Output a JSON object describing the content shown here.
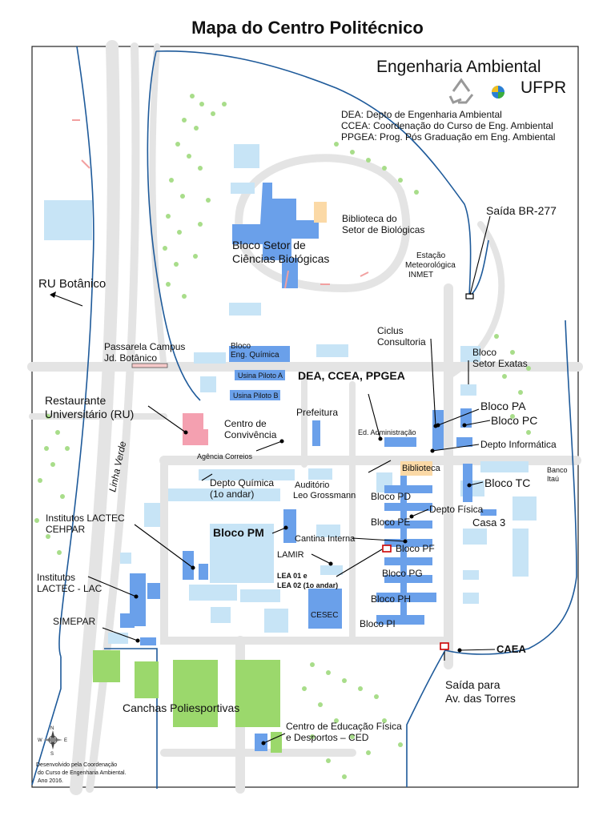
{
  "title": "Mapa do Centro Politécnico",
  "brand": {
    "line1": "Engenharia Ambiental",
    "line2": "UFPR",
    "color": "#1f5fbf"
  },
  "legend": [
    "DEA: Depto de Engenharia Ambiental",
    "CCEA: Coordenação do Curso de Eng. Ambiental",
    "PPGEA: Prog. Pós Graduação em Eng. Ambiental"
  ],
  "credits": [
    "Desenvolvido pela Coordenação",
    "do Curso de Engenharia Ambiental.",
    "Ano 2016."
  ],
  "colors": {
    "building": "#6aa0ea",
    "building_light": "#c7e4f6",
    "field": "#9bd86c",
    "road": "#e6e6e6",
    "outline": "#1e5a9a",
    "water_label": "#1e5aa6"
  },
  "labels": {
    "bio_lib": [
      "Biblioteca do",
      "Setor de Biológicas"
    ],
    "bio_block": [
      "Bloco Setor de",
      "Ciências Biológicas"
    ],
    "saida_br": "Saída BR-277",
    "estacao": [
      "Estação",
      "Meteorológica",
      "INMET"
    ],
    "ru_botanico": "RU Botânico",
    "passarela": [
      "Passarela Campus",
      "Jd. Botânico"
    ],
    "bloco_eq": [
      "Bloco",
      "Eng. Química"
    ],
    "usina_a": "Usina Piloto A",
    "usina_b": "Usina Piloto B",
    "dea": "DEA, CCEA, PPGEA",
    "ciclus": [
      "Ciclus",
      "Consultoria"
    ],
    "setor_exatas": [
      "Bloco",
      "Setor Exatas"
    ],
    "ru": [
      "Restaurante",
      "Universitário (RU)"
    ],
    "prefeitura": "Prefeitura",
    "bloco_pa": "Bloco PA",
    "bloco_pc": "Bloco PC",
    "convivencia": [
      "Centro de",
      "Convivência"
    ],
    "ed_adm": "Ed. Administração",
    "depto_info": "Depto Informática",
    "agencia": "Agência Correios",
    "linha_verde": "Linha Verde",
    "biblioteca": "Biblioteca",
    "banco": [
      "Banco",
      "Itaú"
    ],
    "depto_quimica": [
      "Depto Química",
      "(1o andar)"
    ],
    "auditorio": [
      "Auditório",
      "Leo Grossmann"
    ],
    "bloco_tc": "Bloco TC",
    "bloco_pd": "Bloco PD",
    "depto_fisica": "Depto Física",
    "lactec_cehpar": [
      "Institutos LACTEC",
      "CEHPAR"
    ],
    "bloco_pe": "Bloco PE",
    "casa3": "Casa 3",
    "bloco_pm": "Bloco PM",
    "cantina": "Cantina Interna",
    "bloco_pf": "Bloco PF",
    "lamir": "LAMIR",
    "lactec_lac": [
      "Institutos",
      "LACTEC - LAC"
    ],
    "lea": [
      "LEA 01 e",
      "LEA 02 (1o andar)"
    ],
    "bloco_pg": "Bloco PG",
    "bloco_ph": "Bloco PH",
    "cesec": "CESEC",
    "simepar": "SIMEPAR",
    "bloco_pi": "Bloco PI",
    "caea": "CAEA",
    "saida_torres": [
      "Saída para",
      "Av. das Torres"
    ],
    "canchas": "Canchas Poliesportivas",
    "ced": [
      "Centro de Educação Física",
      "e Desportos – CED"
    ],
    "compass": [
      "N",
      "S",
      "W",
      "E"
    ]
  }
}
